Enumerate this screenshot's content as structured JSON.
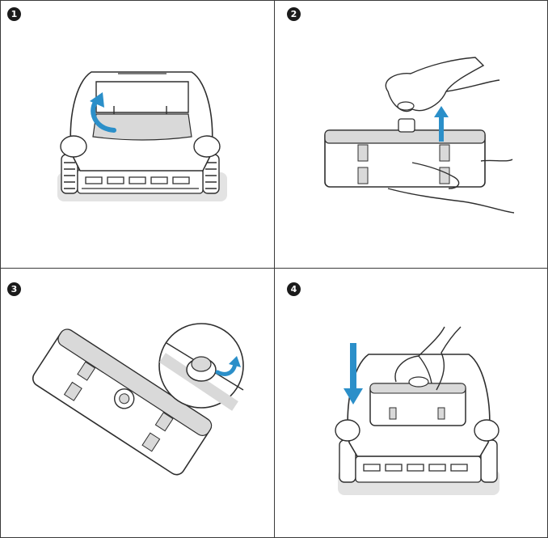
{
  "steps": [
    {
      "number": "1"
    },
    {
      "number": "2"
    },
    {
      "number": "3"
    },
    {
      "number": "4"
    }
  ],
  "colors": {
    "outline": "#2e2e2e",
    "fill": "#ffffff",
    "shadow": "#e3e3e3",
    "filter_gray": "#d9d9d9",
    "arrow_blue": "#2b8fc9"
  },
  "icons": {
    "lift": "curved-arrow-up-icon",
    "pull": "straight-arrow-up-icon",
    "twist": "curved-arrow-rotate-icon",
    "insert": "straight-arrow-down-icon"
  }
}
